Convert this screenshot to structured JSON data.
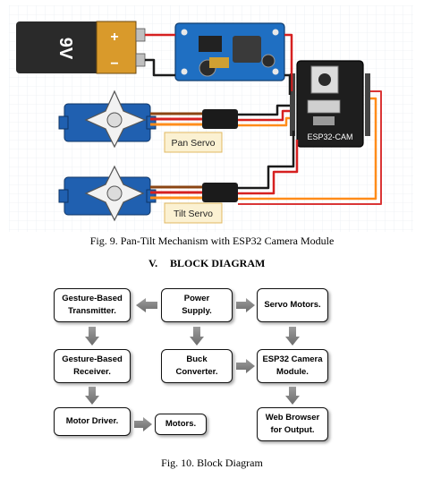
{
  "figure9": {
    "battery_text": "9V",
    "battery_plus": "+",
    "battery_minus": "−",
    "pan_label": "Pan Servo",
    "tilt_label": "Tilt Servo",
    "cam_label": "ESP32-CAM",
    "caption": "Fig. 9. Pan-Tilt Mechanism with ESP32 Camera Module"
  },
  "section": {
    "number": "V.",
    "title": "BLOCK DIAGRAM"
  },
  "blocks": {
    "transmitter": "Gesture-Based\nTransmitter.",
    "power": "Power\nSupply.",
    "servo_motors": "Servo Motors.",
    "receiver": "Gesture-Based\nReceiver.",
    "buck": "Buck\nConverter.",
    "esp32": "ESP32 Camera\nModule.",
    "motor_driver": "Motor Driver.",
    "motors": "Motors.",
    "web_browser": "Web Browser\nfor Output."
  },
  "figure10": {
    "caption": "Fig. 10. Block Diagram"
  }
}
